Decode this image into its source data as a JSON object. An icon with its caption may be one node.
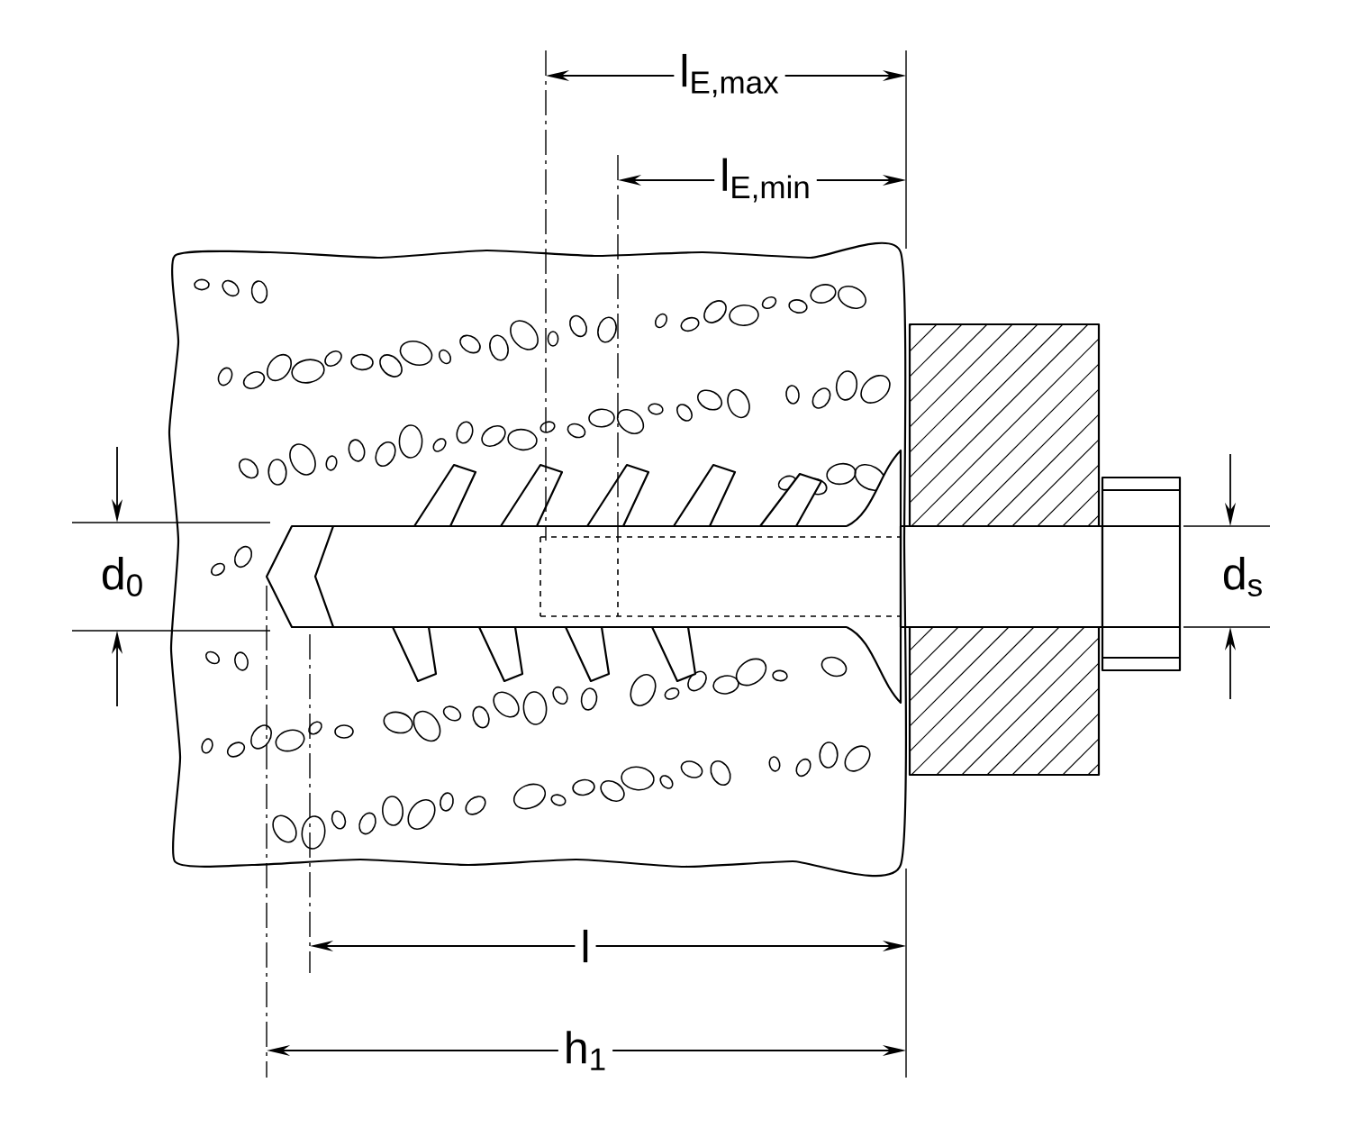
{
  "diagram": {
    "labels": [
      "l$_{E,max}$",
      "l$_{E,min}$",
      "d$_{0}$",
      "d$_{s}$",
      "l",
      "h$_{1}$"
    ]
  }
}
